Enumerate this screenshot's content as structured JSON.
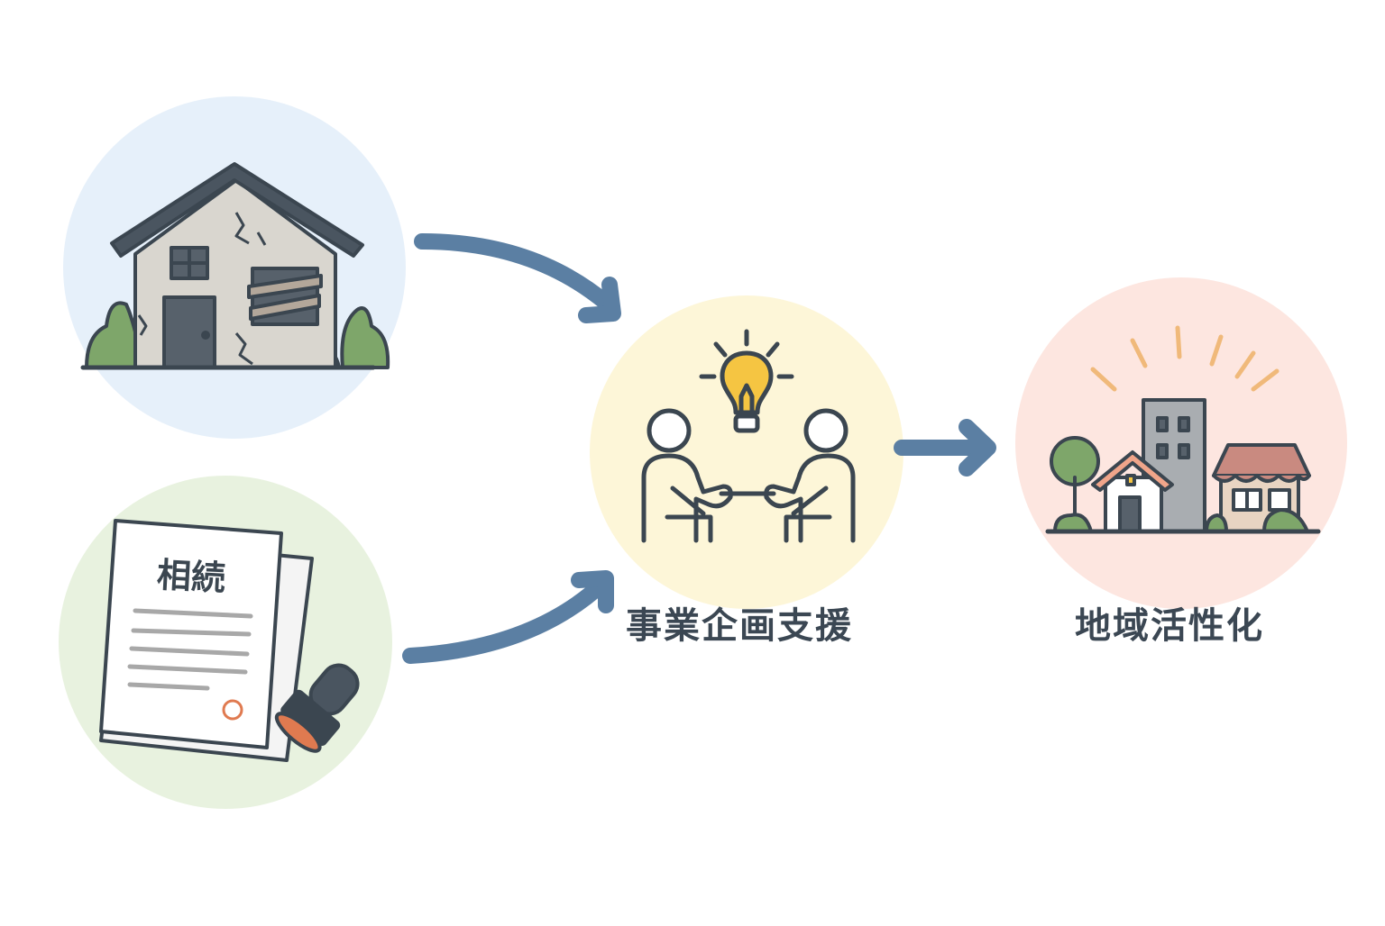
{
  "diagram": {
    "nodes": {
      "vacant_house": {
        "icon": "abandoned-house-icon",
        "bg": "#e6f0fa"
      },
      "inheritance": {
        "icon": "inheritance-document-icon",
        "bg": "#e8f2df",
        "doc_title": "相続"
      },
      "planning": {
        "icon": "meeting-lightbulb-icon",
        "bg": "#fdf6d8",
        "label": "事業企画支援"
      },
      "revitalization": {
        "icon": "town-buildings-icon",
        "bg": "#fde6e0",
        "label": "地域活性化"
      }
    },
    "edges": [
      {
        "from": "vacant_house",
        "to": "planning"
      },
      {
        "from": "inheritance",
        "to": "planning"
      },
      {
        "from": "planning",
        "to": "revitalization"
      }
    ],
    "colors": {
      "arrow": "#5b7fa3",
      "outline": "#3b4650",
      "house_wall": "#d9d6cf",
      "bulb": "#f5c542",
      "seal_ring": "#e07a50"
    }
  }
}
